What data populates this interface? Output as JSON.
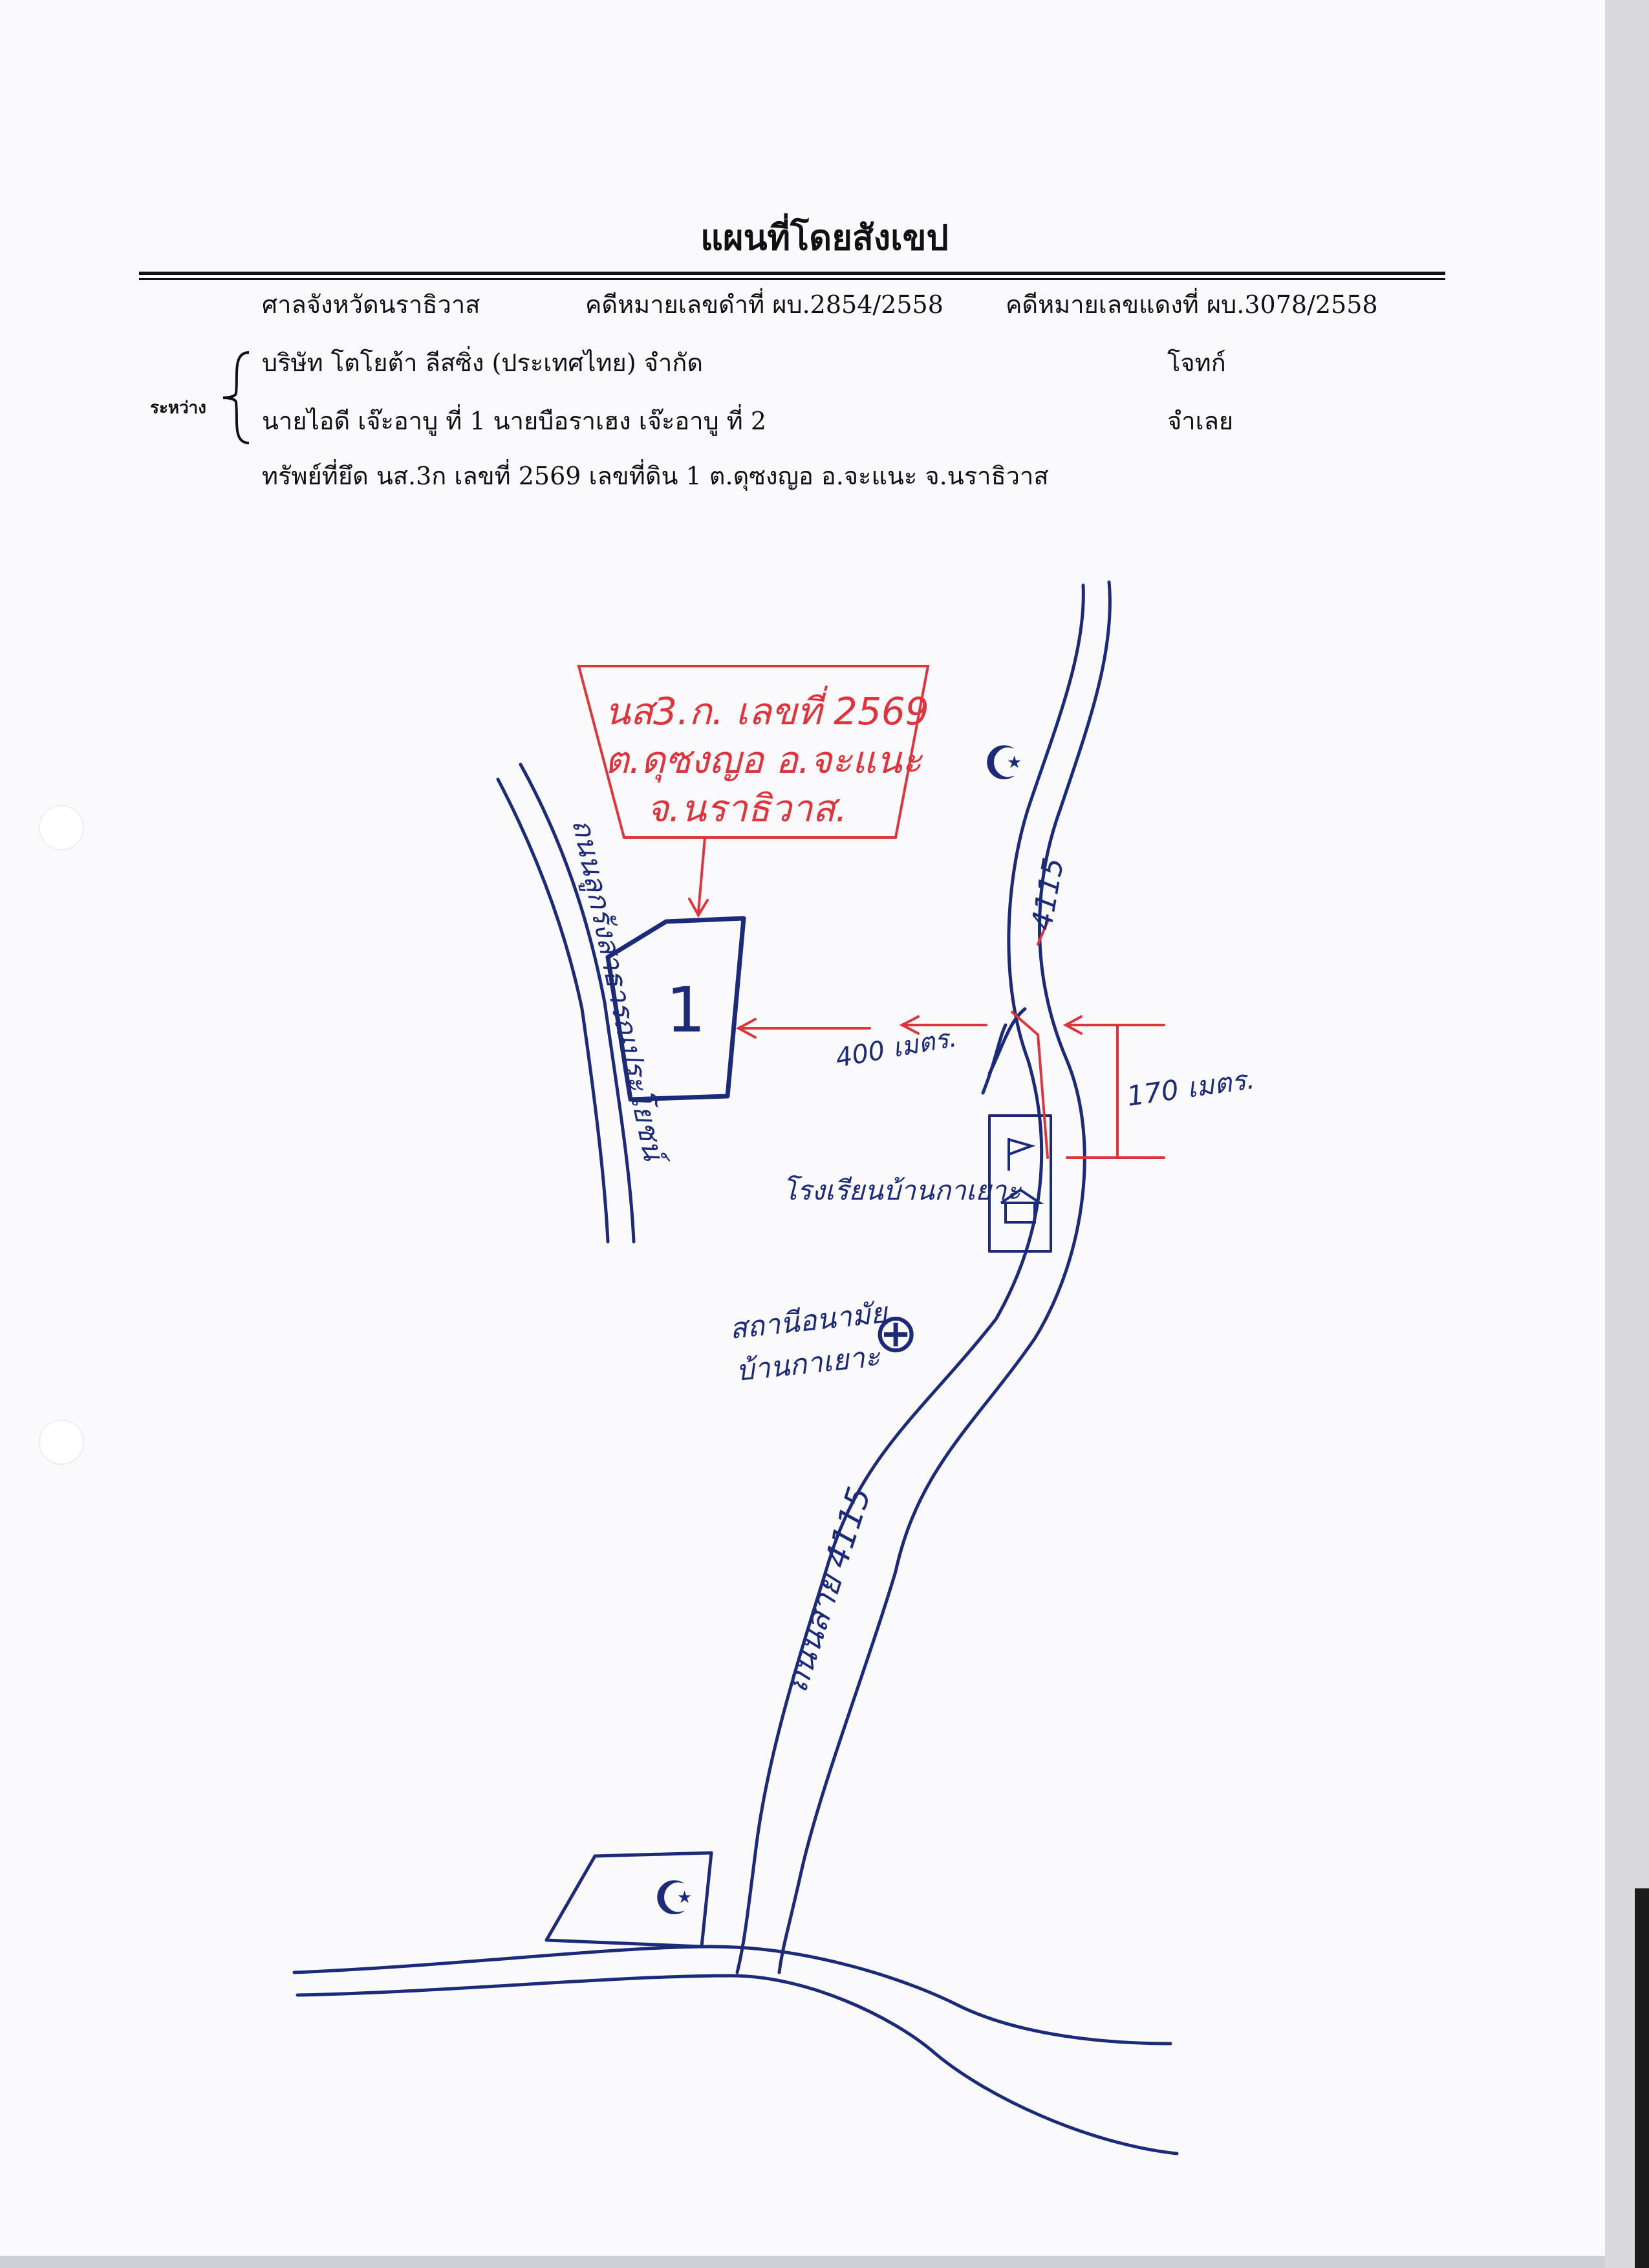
{
  "title": "แผนที่โดยสังเขป",
  "header": {
    "court": "ศาลจังหวัดนราธิวาส",
    "black_case": "คดีหมายเลขดำที่ ผบ.2854/2558",
    "red_case": "คดีหมายเลขแดงที่ ผบ.3078/2558",
    "between_label": "ระหว่าง",
    "plaintiff": "บริษัท โตโยต้า ลีสซิ่ง (ประเทศไทย) จำกัด",
    "plaintiff_role": "โจทก์",
    "defendants": "นายไอดี เจ๊ะอาบู ที่ 1 นายบือราเฮง เจ๊ะอาบู ที่ 2",
    "defendant_role": "จำเลย",
    "property": "ทรัพย์ที่ยึด นส.3ก เลขที่ 2569 เลขที่ดิน 1 ต.ดุซงญอ อ.จะแนะ จ.นราธิวาส"
  },
  "map": {
    "callout_lines": [
      "นส3.ก. เลขที่ 2569",
      "ต.ดุซงญอ อ.จะแนะ",
      "จ.นราธิวาส."
    ],
    "plot_number": "1",
    "road_left_label": "ถนนลูกรังสาธารณประโยชน์",
    "road_right_label": "4115",
    "road_lower_label": "ถนนสาย 4115",
    "distance_plot": "400 เมตร.",
    "distance_school": "170 เมตร.",
    "school_label": "โรงเรียนบ้านกาเยาะ",
    "health_label_1": "สถานีอนามัย",
    "health_label_2": "บ้านกาเยาะ",
    "mosque_symbol": "☪",
    "health_symbol": "⊕",
    "ink_blue": "#1c2a7a",
    "ink_red": "#e0343c"
  }
}
